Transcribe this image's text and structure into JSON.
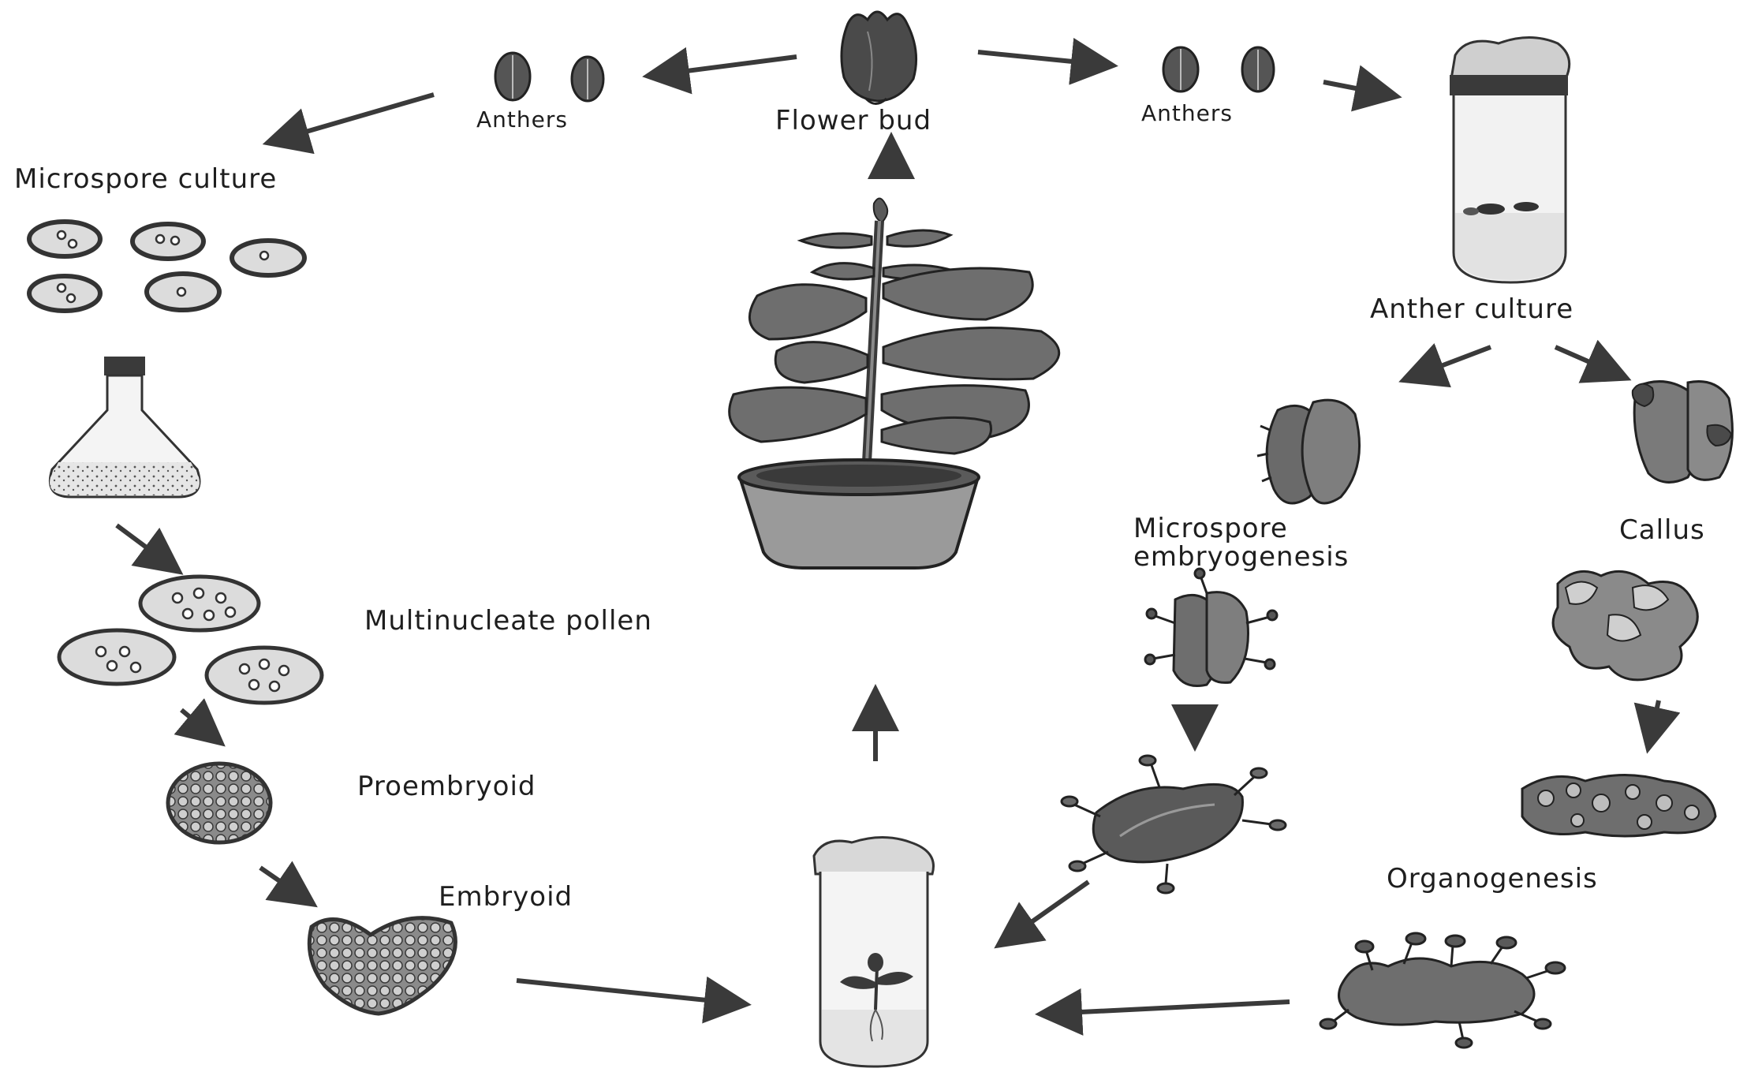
{
  "labels": {
    "anthers_left": "Anthers",
    "flower_bud": "Flower bud",
    "anthers_right": "Anthers",
    "microspore_culture": "Microspore culture",
    "anther_culture": "Anther culture",
    "microspore_embryogenesis": "Microspore embryogenesis",
    "callus": "Callus",
    "multinucleate_pollen": "Multinucleate pollen",
    "proembryoid": "Proembryoid",
    "embryoid": "Embryoid",
    "organogenesis": "Organogenesis"
  },
  "colors": {
    "ink": "#3a3a3a",
    "dark_fill": "#4a4a4a",
    "mid_fill": "#7a7a7a",
    "light_fill": "#d9d9d9"
  }
}
